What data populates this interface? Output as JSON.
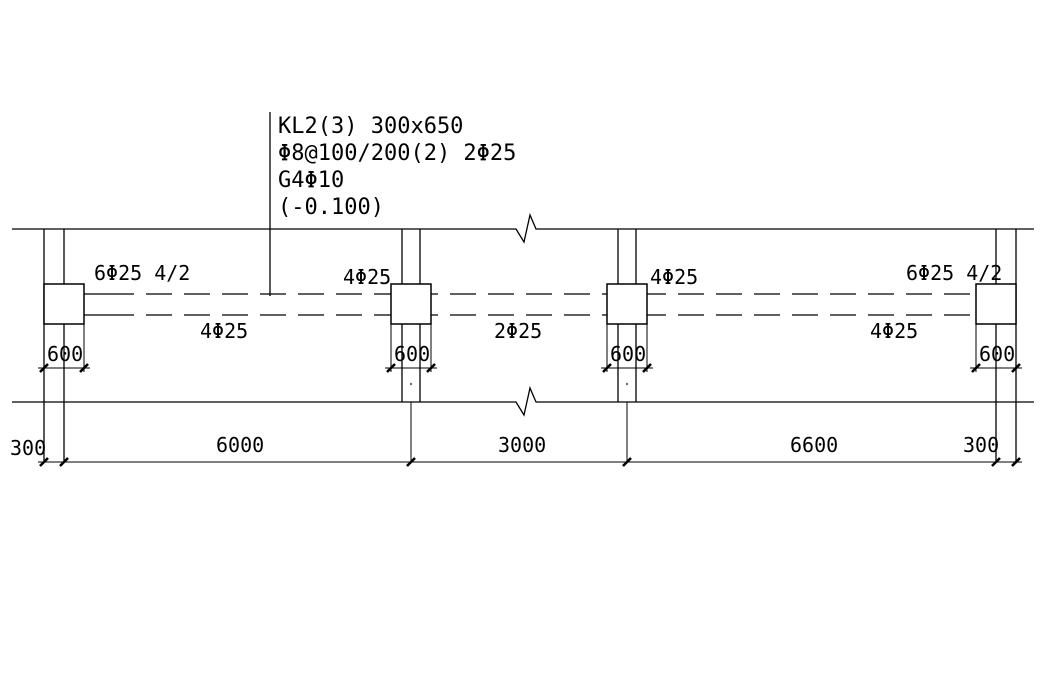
{
  "beam_note": {
    "line1": "KL2(3) 300x650",
    "line2": "Φ8@100/200(2) 2Φ25",
    "line3": "G4Φ10",
    "line4": "(-0.100)"
  },
  "top_reinforcement": {
    "left_support": "6Φ25 4/2",
    "second_support": "4Φ25",
    "third_support": "4Φ25",
    "right_support": "6Φ25 4/2"
  },
  "bottom_reinforcement": {
    "span1": "4Φ25",
    "span2": "2Φ25",
    "span3": "4Φ25"
  },
  "column_widths": {
    "col1": "600",
    "col2": "600",
    "col3": "600",
    "col4": "600"
  },
  "axis_dimensions": {
    "left_offset": "300",
    "span1": "6000",
    "span2": "3000",
    "span3": "6600",
    "right_offset": "300"
  },
  "colors": {
    "line": "#000000",
    "background": "#ffffff"
  }
}
